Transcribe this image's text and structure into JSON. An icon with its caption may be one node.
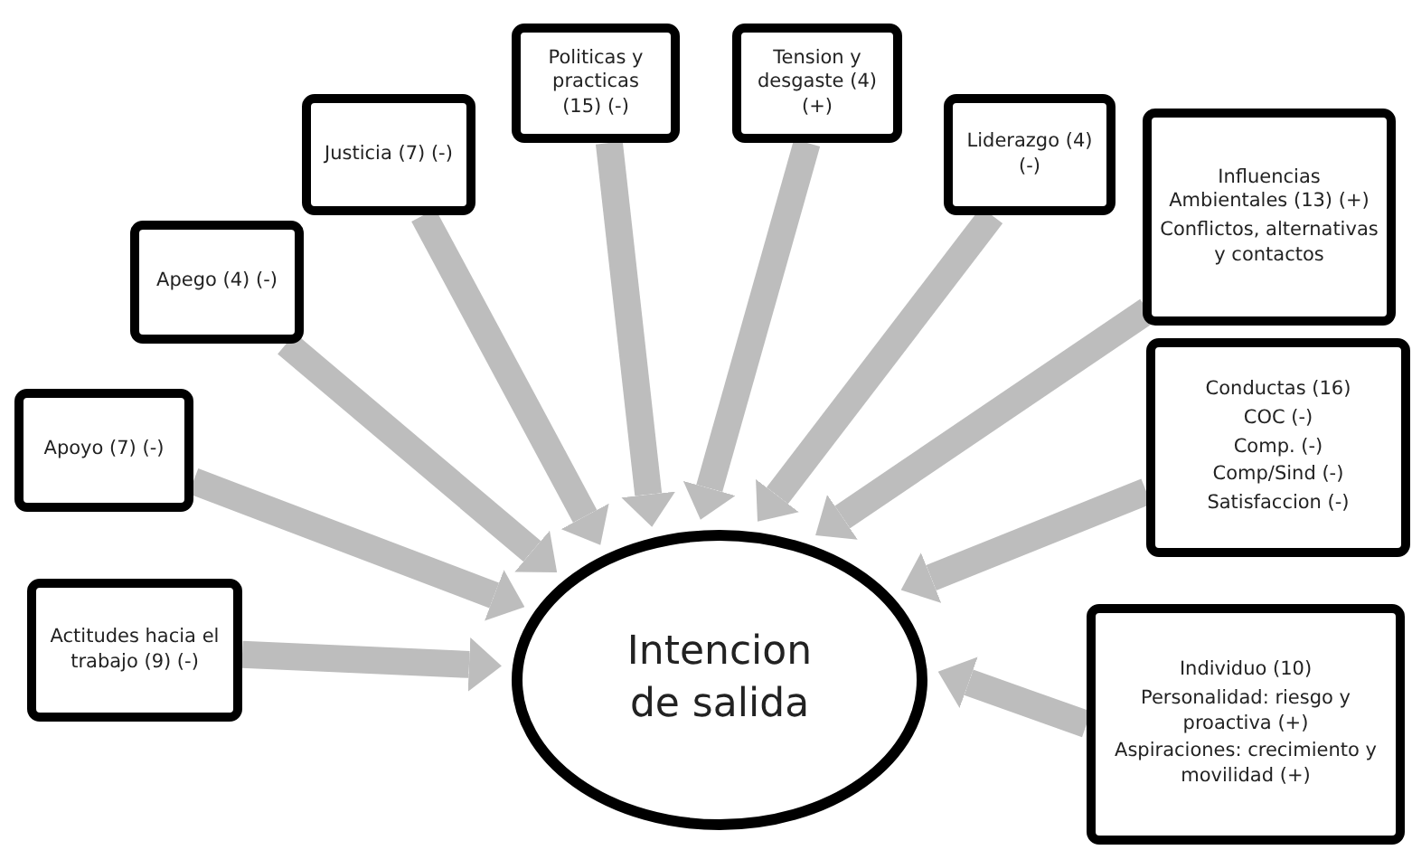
{
  "diagram": {
    "nodes": [
      {
        "text": [
          "Intencion de salida"
        ]
      },
      {
        "text": [
          "Actitudes hacia el trabajo (9) (-)"
        ]
      },
      {
        "text": [
          "Apoyo (7) (-)"
        ]
      },
      {
        "text": [
          "Apego (4) (-)"
        ]
      },
      {
        "text": [
          "Justicia (7) (-)"
        ]
      },
      {
        "text": [
          "Politicas y practicas (15) (-)"
        ]
      },
      {
        "text": [
          "Tension y desgaste (4) (+)"
        ]
      },
      {
        "text": [
          "Liderazgo (4) (-)"
        ]
      },
      {
        "text": [
          "Influencias Ambientales (13) (+)",
          "Conflictos, alternativas y contactos"
        ]
      },
      {
        "text": [
          "Conductas (16)",
          "COC (-)",
          "Comp. (-)",
          "Comp/Sind (-)",
          "Satisfaccion (-)"
        ]
      },
      {
        "text": [
          "Individuo (10)",
          "Personalidad: riesgo y proactiva (+)",
          "Aspiraciones: crecimiento y movilidad (+)"
        ]
      }
    ],
    "edges": [
      {
        "from": 1,
        "to": 0,
        "arrow": "to"
      },
      {
        "from": 2,
        "to": 0,
        "arrow": "to"
      },
      {
        "from": 3,
        "to": 0,
        "arrow": "to"
      },
      {
        "from": 4,
        "to": 0,
        "arrow": "to"
      },
      {
        "from": 5,
        "to": 0,
        "arrow": "to"
      },
      {
        "from": 6,
        "to": 0,
        "arrow": "to"
      },
      {
        "from": 7,
        "to": 0,
        "arrow": "to"
      },
      {
        "from": 8,
        "to": 0,
        "arrow": "to"
      },
      {
        "from": 9,
        "to": 0,
        "arrow": "to"
      },
      {
        "from": 10,
        "to": 0,
        "arrow": "to"
      }
    ]
  }
}
